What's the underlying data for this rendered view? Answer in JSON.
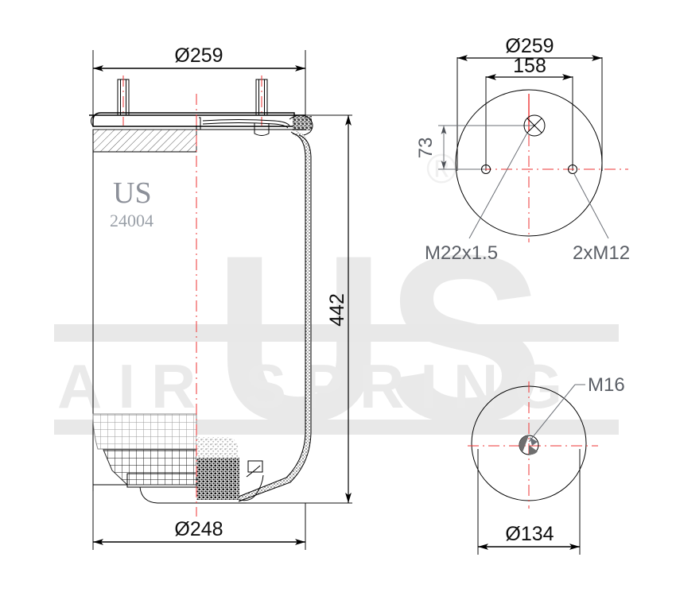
{
  "drawing": {
    "title": "US 24004 Air Spring Technical Drawing",
    "product_code": "24004",
    "brand": "US",
    "colors": {
      "line": "#000000",
      "centerline": "#ee3333",
      "leader": "#6b6f76",
      "watermark": "#e9e9e9",
      "brand_text": "#8c9099"
    }
  },
  "watermark": {
    "big_logo": "US",
    "tagline": "AIR SPRING",
    "registered_mark": "®"
  },
  "views": {
    "main_section": {
      "name": "main-sectional-view",
      "label_brand": "US",
      "label_code": "24004",
      "dimensions": {
        "top_diameter": "Ø259",
        "bottom_diameter": "Ø248",
        "overall_height": "442"
      }
    },
    "top_view": {
      "name": "top-plate-view",
      "dimensions": {
        "outer_diameter": "Ø259",
        "bolt_spacing": "158",
        "port_offset": "73"
      },
      "callouts": [
        {
          "label": "M22x1.5",
          "target": "center-port"
        },
        {
          "label": "2xM12",
          "target": "mounting-studs"
        }
      ]
    },
    "bottom_view": {
      "name": "piston-bottom-view",
      "dimensions": {
        "outer_diameter": "Ø134"
      },
      "callouts": [
        {
          "label": "M16",
          "target": "center-thread"
        }
      ]
    }
  }
}
